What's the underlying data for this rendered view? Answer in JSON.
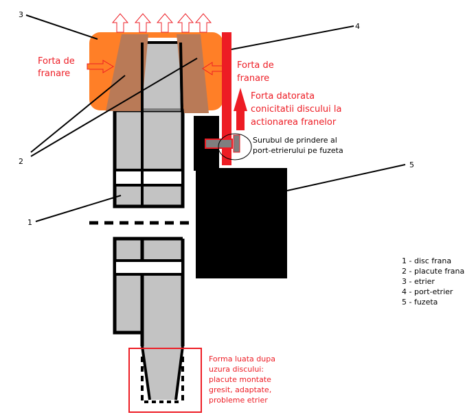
{
  "numbers": {
    "n1": "1",
    "n2": "2",
    "n3": "3",
    "n4": "4",
    "n5": "5"
  },
  "forces": {
    "braking_left": [
      "Forta de",
      "franare"
    ],
    "braking_right": [
      "Forta de",
      "franare"
    ],
    "conicity": [
      "Forta datorata",
      "conicitatii discului la",
      "actionarea franelor"
    ]
  },
  "bolt_note": [
    "Surubul de prindere al",
    "port-etrierului pe fuzeta"
  ],
  "wear_note": [
    "Forma luata dupa",
    "uzura discului:",
    "placute montate",
    "gresit, adaptate,",
    "probleme etrier"
  ],
  "legend": [
    "1 - disc frana",
    "2 - placute frana",
    "3 - etrier",
    "4 - port-etrier",
    "5 - fuzeta"
  ],
  "colors": {
    "caliper": "#ff7f27",
    "pad": "#b97a57",
    "disc": "#c3c3c3",
    "red": "#ed1c24",
    "black": "#000000"
  }
}
